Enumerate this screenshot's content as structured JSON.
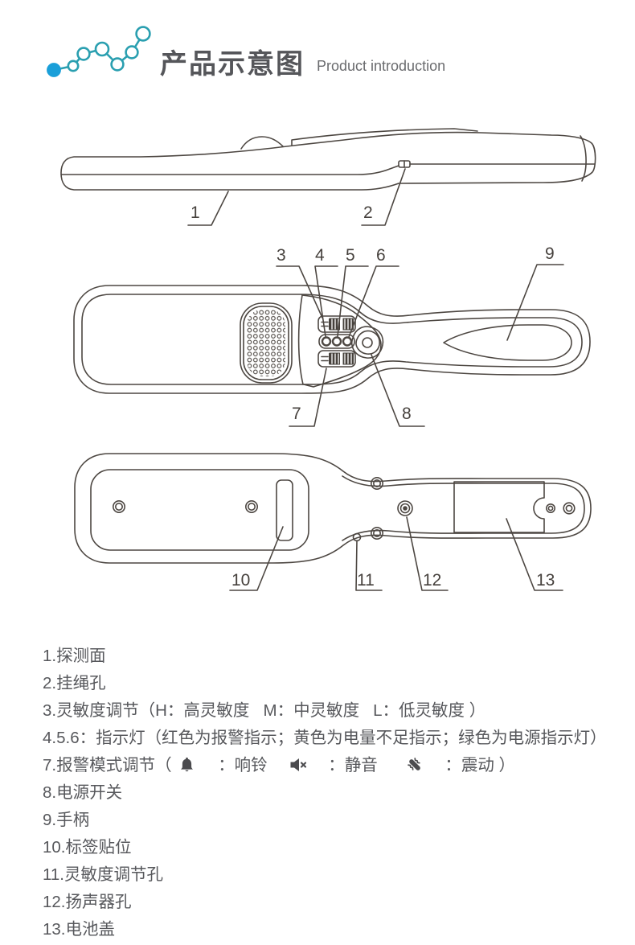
{
  "header": {
    "title_zh": "产品示意图",
    "title_en": "Product introduction"
  },
  "callouts": [
    "1",
    "2",
    "3",
    "4",
    "5",
    "6",
    "7",
    "8",
    "9",
    "10",
    "11",
    "12",
    "13"
  ],
  "legend": {
    "items_top": [
      "1.探测面",
      "2.挂绳孔",
      "3.灵敏度调节（H：高灵敏度   M：中灵敏度   L：低灵敏度 ）",
      "4.5.6：指示灯（红色为报警指示；黄色为电量不足指示；绿色为电源指示灯）"
    ],
    "alarm_line": {
      "prefix": "7.报警模式调节（",
      "bell_label": "：响铃",
      "mute_label": "：静音",
      "vibrate_label": "：震动 ）"
    },
    "items_bottom": [
      "8.电源开关",
      "9.手柄",
      "10.标签贴位",
      "11.灵敏度调节孔",
      "12.扬声器孔",
      "13.电池盖"
    ]
  },
  "icons": {
    "logo": "line-chart-logo-icon",
    "bell": "bell-icon",
    "mute": "speaker-mute-icon",
    "vibrate": "vibrate-icon"
  },
  "colors": {
    "logo_teal": "#2a9fb0",
    "logo_blue": "#1a9fd9",
    "drawing_line": "#4d4742",
    "legend_text": "#57585c",
    "title_text": "#55565a"
  }
}
